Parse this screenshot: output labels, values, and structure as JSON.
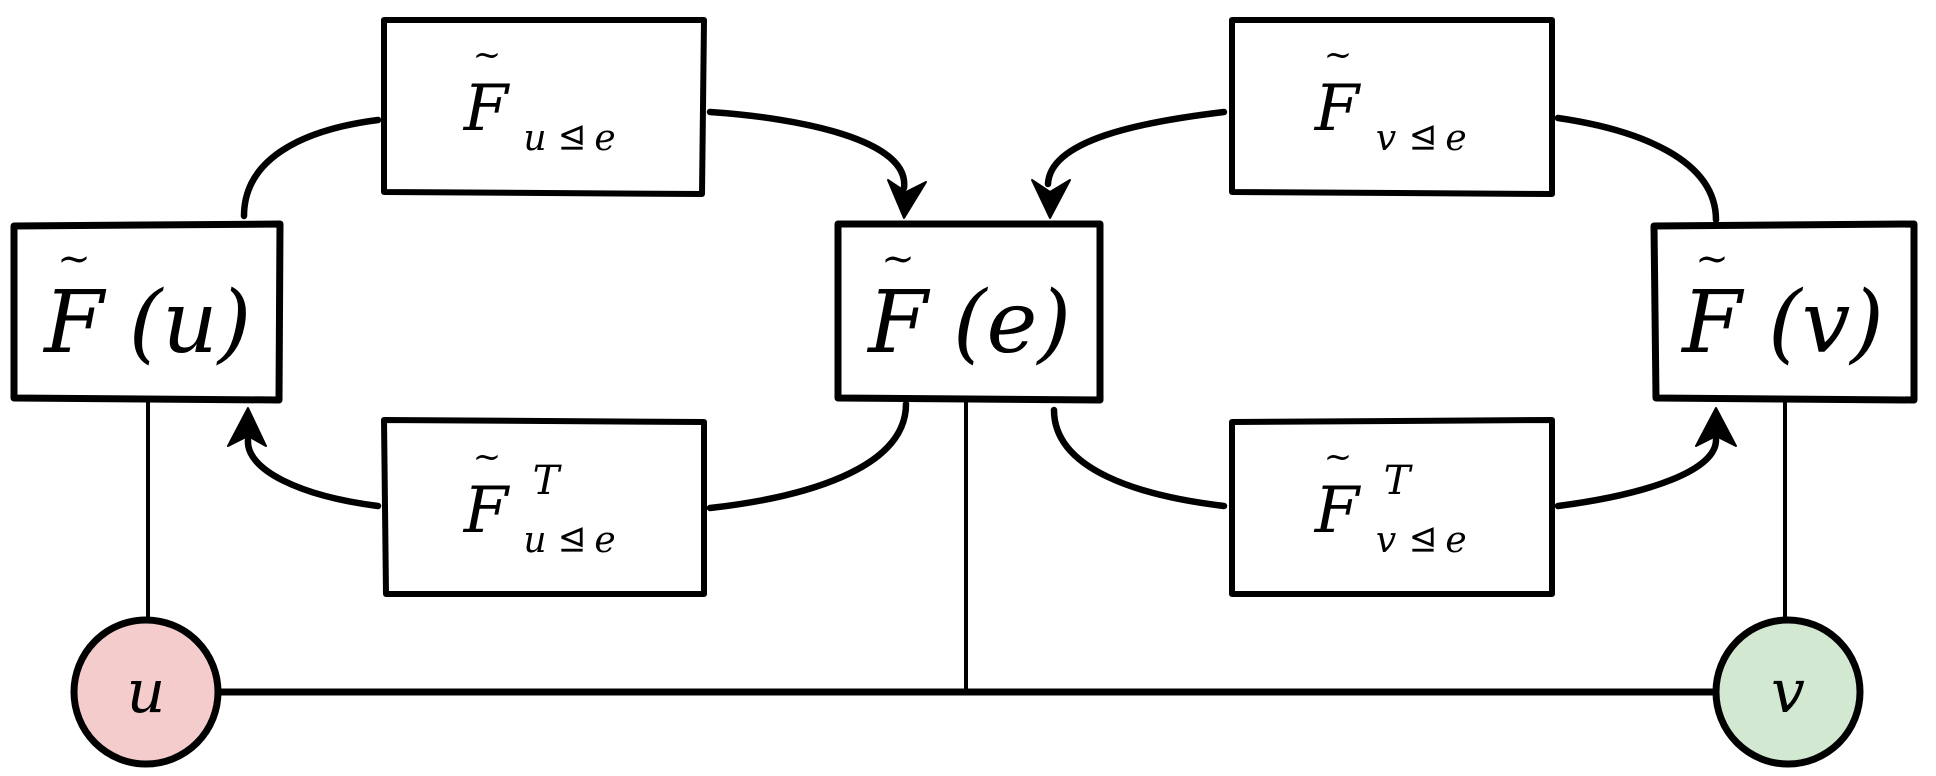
{
  "colors": {
    "u_fill": "#f5cccc",
    "e_fill": "#cce0f5",
    "v_fill": "#d3e8d0",
    "u_hatch": "#f2b6b6",
    "e_hatch": "#b8d2f2",
    "v_hatch": "#b9dbb5",
    "stroke": "#000000"
  },
  "stalks": {
    "u": {
      "symbol": "F",
      "tilde": "~",
      "arg": "(u)"
    },
    "e": {
      "symbol": "F",
      "tilde": "~",
      "arg": "(e)"
    },
    "v": {
      "symbol": "F",
      "tilde": "~",
      "arg": "(v)"
    }
  },
  "maps": {
    "F_u_e": {
      "symbol": "F",
      "tilde": "~",
      "sub_left": "u",
      "sub_rel": "⊴",
      "sub_right": "e",
      "sup": ""
    },
    "F_v_e": {
      "symbol": "F",
      "tilde": "~",
      "sub_left": "v",
      "sub_rel": "⊴",
      "sub_right": "e",
      "sup": ""
    },
    "F_u_e_T": {
      "symbol": "F",
      "tilde": "~",
      "sub_left": "u",
      "sub_rel": "⊴",
      "sub_right": "e",
      "sup": "T"
    },
    "F_v_e_T": {
      "symbol": "F",
      "tilde": "~",
      "sub_left": "v",
      "sub_rel": "⊴",
      "sub_right": "e",
      "sup": "T"
    }
  },
  "nodes": {
    "u": {
      "label": "u"
    },
    "v": {
      "label": "v"
    }
  }
}
